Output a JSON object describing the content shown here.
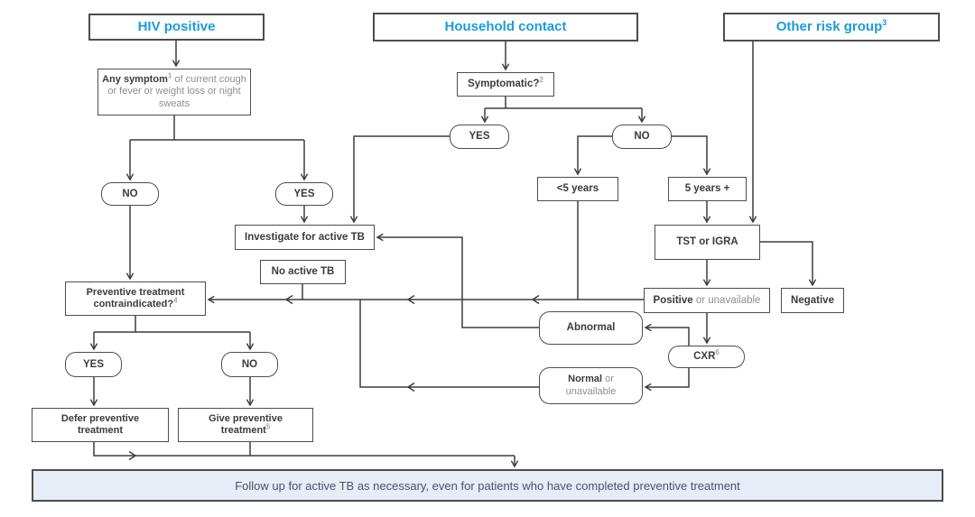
{
  "palette": {
    "accent": "#1b9cd8",
    "line": "#3d3d3d",
    "box_border": "#4d4d4d",
    "muted_text": "#8f8f8f",
    "superscript_text": "#93a9bd",
    "bar_bg": "#e7edf7",
    "bar_text": "#44546a"
  },
  "headers": {
    "hiv": "HIV positive",
    "household": "Household contact",
    "other": "Other risk group",
    "other_sup": "3"
  },
  "nodes": {
    "symptom": {
      "bold": "Any symptom",
      "sup": "1",
      "rest": " of current cough or fever or weight loss or night sweats"
    },
    "symptomatic": {
      "label": "Symptomatic?",
      "sup": "2"
    },
    "hh_yes": "YES",
    "hh_no": "NO",
    "under5": "<5 years",
    "over5": "5 years +",
    "tst": "TST or IGRA",
    "positive": {
      "bold": "Positive",
      "rest": " or unavailable"
    },
    "negative": "Negative",
    "cxr": {
      "label": "CXR",
      "sup": "6"
    },
    "abnormal": "Abnormal",
    "normal": {
      "bold": "Normal",
      "or": " or",
      "line2": "unavailable"
    },
    "hiv_no": "NO",
    "hiv_yes": "YES",
    "investigate": "Investigate for active TB",
    "no_active": "No active TB",
    "contra": {
      "line1": "Preventive treatment",
      "line2": "contraindicated?",
      "sup": "4"
    },
    "contra_yes": "YES",
    "contra_no": "NO",
    "defer": {
      "line1": "Defer preventive",
      "line2": "treatment"
    },
    "give": {
      "line1": "Give preventive",
      "line2": "treatment",
      "sup": "5"
    },
    "followup": "Follow up for active TB as necessary, even for patients who have completed preventive treatment"
  }
}
